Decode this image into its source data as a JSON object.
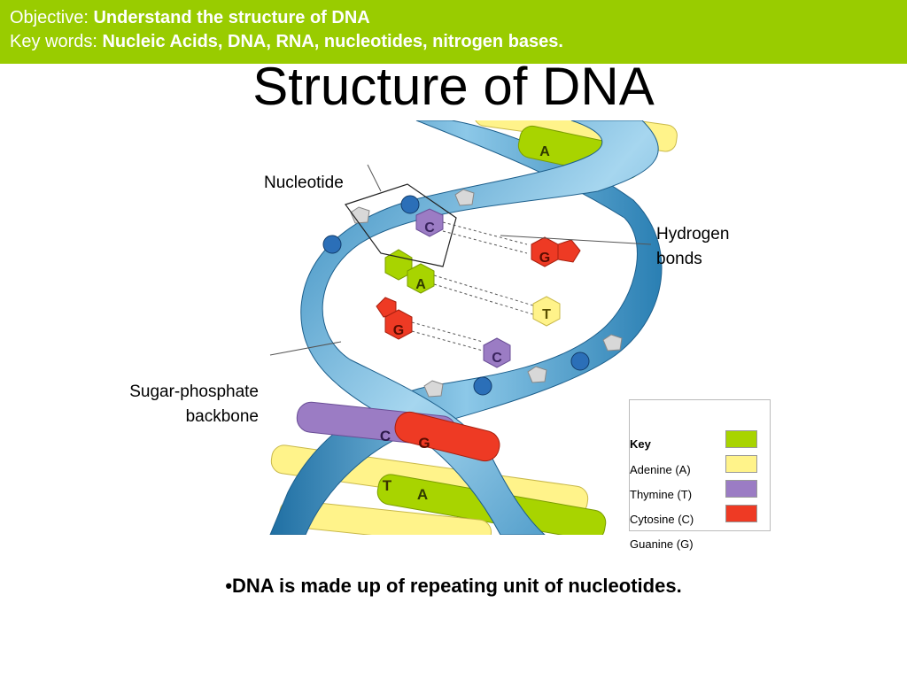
{
  "header": {
    "objective_label": "Objective: ",
    "objective_value": "Understand the structure of DNA",
    "keywords_label": "Key words: ",
    "keywords_value": "Nucleic Acids, DNA, RNA, nucleotides, nitrogen bases."
  },
  "title": "Structure of DNA",
  "diagram": {
    "labels": {
      "nucleotide": "Nucleotide",
      "hydrogen_bonds_line1": "Hydrogen",
      "hydrogen_bonds_line2": "bonds",
      "backbone_line1": "Sugar-phosphate",
      "backbone_line2": "backbone"
    },
    "base_letters": {
      "top_a": "A",
      "c1": "C",
      "g1": "G",
      "a2": "A",
      "t2": "T",
      "g3": "G",
      "c3": "C",
      "bottom_c": "C",
      "bottom_g": "G",
      "bottom_t": "T",
      "bottom_a": "A"
    },
    "colors": {
      "adenine": "#a8d400",
      "thymine": "#fff38a",
      "cytosine": "#9b7cc4",
      "guanine": "#ee3a24",
      "ribbon": "#3a8fc0",
      "banner": "#99cc00"
    }
  },
  "key": {
    "heading": "Key",
    "items": [
      {
        "label": "Adenine (A)",
        "color": "#a8d400"
      },
      {
        "label": "Thymine (T)",
        "color": "#fff38a"
      },
      {
        "label": "Cytosine (C)",
        "color": "#9b7cc4"
      },
      {
        "label": "Guanine (G)",
        "color": "#ee3a24"
      }
    ]
  },
  "bullet": "•DNA is made up of repeating unit of nucleotides."
}
